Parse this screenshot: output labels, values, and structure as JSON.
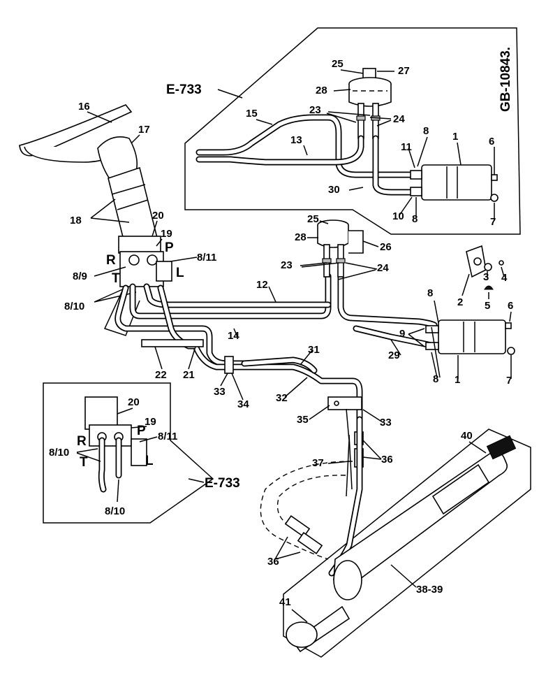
{
  "drawing_code": "GB-10843.",
  "insets": [
    "E-733",
    "E-733"
  ],
  "port_letters": {
    "top": [
      "R",
      "P",
      "T",
      "L"
    ],
    "inset": [
      "R",
      "P",
      "T",
      "L"
    ]
  },
  "callouts": {
    "top_inset": [
      "25",
      "27",
      "28",
      "23",
      "24",
      "15",
      "13",
      "8",
      "11",
      "1",
      "6",
      "30",
      "10",
      "8",
      "7"
    ],
    "steering": [
      "16",
      "17",
      "18",
      "20",
      "19",
      "8/11",
      "8/9",
      "8/10"
    ],
    "main": [
      "25",
      "28",
      "26",
      "23",
      "24",
      "2",
      "3",
      "4",
      "5",
      "12",
      "8",
      "6",
      "9",
      "14",
      "29",
      "8",
      "1",
      "7",
      "22",
      "21",
      "31",
      "33",
      "34",
      "32",
      "35",
      "33",
      "37",
      "36"
    ],
    "left_inset": [
      "20",
      "19",
      "8/11",
      "8/10",
      "8/10"
    ],
    "cylinder": [
      "40",
      "36",
      "38-39",
      "41"
    ]
  }
}
